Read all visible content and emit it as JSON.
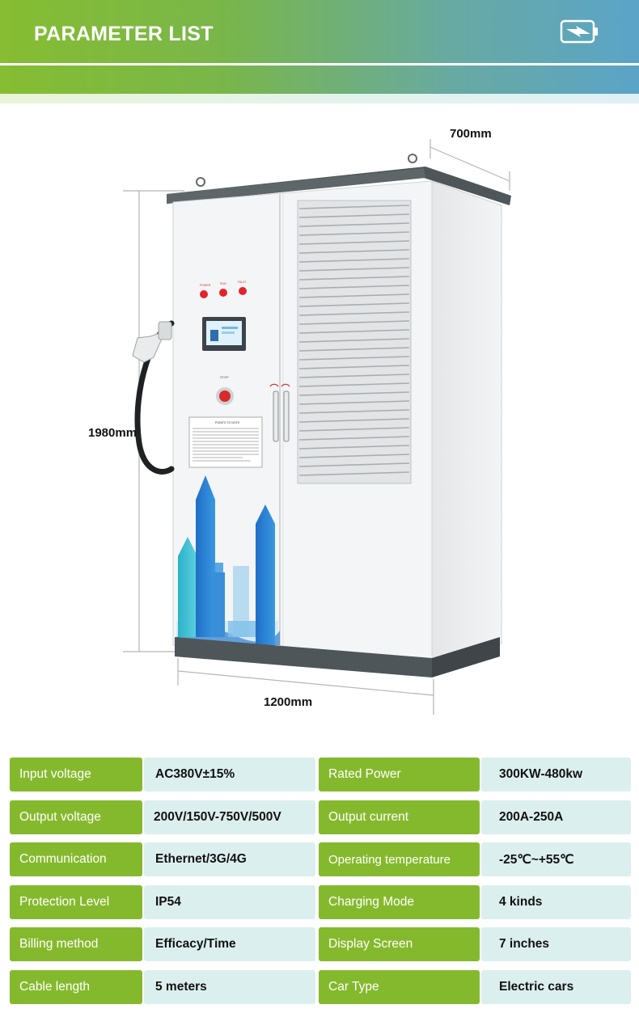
{
  "header": {
    "title": "PARAMETER LIST",
    "icon": "battery-charging-icon"
  },
  "dimensions": {
    "depth": "700mm",
    "height": "1980mm",
    "width": "1200mm"
  },
  "product": {
    "buttons": [
      "POWER",
      "RUN",
      "FAULT"
    ],
    "stop_label": "STOP",
    "notice_title": "POINTS TO NOTE"
  },
  "params": [
    {
      "label1": "Input voltage",
      "value1": "AC380V±15%",
      "label2": "Rated Power",
      "value2": "300KW-480kw"
    },
    {
      "label1": "Output voltage",
      "value1": "200V/150V-750V/500V",
      "label2": "Output current",
      "value2": "200A-250A"
    },
    {
      "label1": "Communication",
      "value1": "Ethernet/3G/4G",
      "label2": "Operating temperature",
      "value2": "-25℃~+55℃"
    },
    {
      "label1": "Protection Level",
      "value1": "IP54",
      "label2": "Charging Mode",
      "value2": "4 kinds"
    },
    {
      "label1": "Billing method",
      "value1": "Efficacy/Time",
      "label2": "Display Screen",
      "value2": "7 inches"
    },
    {
      "label1": "Cable length",
      "value1": "5 meters",
      "label2": "Car Type",
      "value2": "Electric cars"
    }
  ],
  "colors": {
    "label_bg": "#85b92d",
    "value_bg": "#dbf0ee",
    "banner_start": "#86bd32",
    "banner_end": "#5ba4c8"
  }
}
